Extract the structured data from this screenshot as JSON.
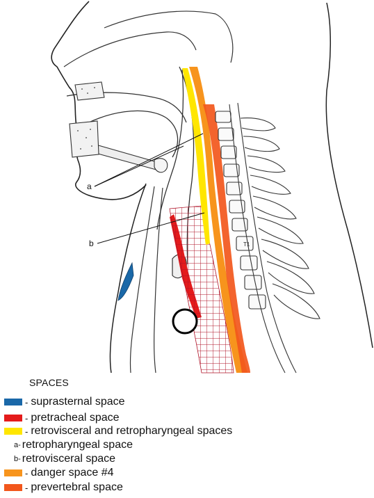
{
  "callouts": {
    "a": "a",
    "b": "b"
  },
  "legend": {
    "title": "SPACES",
    "dash": "-",
    "items": [
      {
        "label": "suprasternal space",
        "color": "#1a68a8"
      },
      {
        "label": "pretracheal space",
        "color": "#e41b1b"
      },
      {
        "label": "retrovisceral and retropharyngeal spaces",
        "color": "#ffe600"
      },
      {
        "marker": "a-",
        "label": "retropharyngeal space"
      },
      {
        "marker": "b-",
        "label": "retrovisceral space"
      },
      {
        "label": "danger space #4",
        "color": "#f7941d"
      },
      {
        "label": "prevertebral space",
        "color": "#f2571c"
      }
    ]
  },
  "figure": {
    "vertebra_label": "T1"
  }
}
